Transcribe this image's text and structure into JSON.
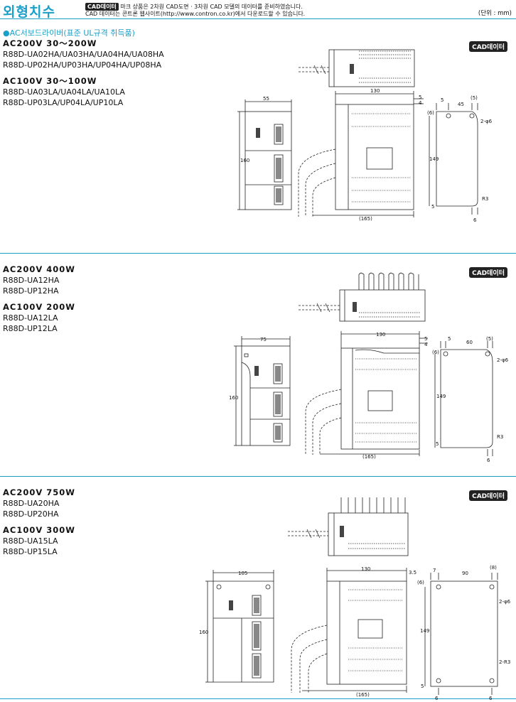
{
  "header": {
    "title": "외형치수",
    "cad_badge": "CAD데이터",
    "notice_line1": "마크 상품은 2차원 CAD도면 · 3차원 CAD 모델의 데이터를 준비하였습니다.",
    "notice_line2": "CAD 데이터는 콘트론 웹사이트(http://www.contron.co.kr)에서 다운로드할 수 있습니다.",
    "unit": "(단위 : mm)"
  },
  "subtitle": "●AC서보드라이버(표준 UL규격 취득품)",
  "sections": [
    {
      "cad_label": "CAD데이터",
      "groups": [
        {
          "voltage": "AC200V   30～200W",
          "models": [
            "R88D-UA02HA/UA03HA/UA04HA/UA08HA",
            "R88D-UP02HA/UP03HA/UP04HA/UP08HA"
          ]
        },
        {
          "voltage": "AC100V   30～100W",
          "models": [
            "R88D-UA03LA/UA04LA/UA10LA",
            "R88D-UP03LA/UP04LA/UP10LA"
          ]
        }
      ],
      "dims": {
        "front_w": "55",
        "height": "160",
        "side_w": "130",
        "side_t1": "5",
        "side_t2": "4",
        "total_d": "(165)",
        "hole_l": "5",
        "hole_pitch": "45",
        "hole_r": "(5)",
        "hole_top": "(6)",
        "hole_label": "2-φ6",
        "hole_h": "149",
        "bottom": "5",
        "radius": "R3",
        "foot": "6"
      }
    },
    {
      "cad_label": "CAD데이터",
      "groups": [
        {
          "voltage": "AC200V   400W",
          "models": [
            "R88D-UA12HA",
            "R88D-UP12HA"
          ]
        },
        {
          "voltage": "AC100V   200W",
          "models": [
            "R88D-UA12LA",
            "R88D-UP12LA"
          ]
        }
      ],
      "dims": {
        "front_w": "75",
        "height": "160",
        "side_w": "130",
        "side_t1": "5",
        "side_t2": "4",
        "total_d": "(165)",
        "hole_l": "5",
        "hole_pitch": "60",
        "hole_r": "(5)",
        "hole_top": "(6)",
        "hole_label": "2-φ6",
        "hole_h": "149",
        "bottom": "5",
        "radius": "R3",
        "foot": "6"
      }
    },
    {
      "cad_label": "CAD데이터",
      "groups": [
        {
          "voltage": "AC200V   750W",
          "models": [
            "R88D-UA20HA",
            "R88D-UP20HA"
          ]
        },
        {
          "voltage": "AC100V   300W",
          "models": [
            "R88D-UA15LA",
            "R88D-UP15LA"
          ]
        }
      ],
      "dims": {
        "front_w": "105",
        "height": "160",
        "side_w": "130",
        "side_t1": "3.5",
        "side_t2": "",
        "total_d": "(165)",
        "hole_l": "7",
        "hole_pitch": "90",
        "hole_r": "(8)",
        "hole_top": "(6)",
        "hole_label": "2-φ6",
        "hole_h": "149",
        "bottom": "5",
        "radius": "2-R3",
        "foot": "6"
      }
    }
  ]
}
